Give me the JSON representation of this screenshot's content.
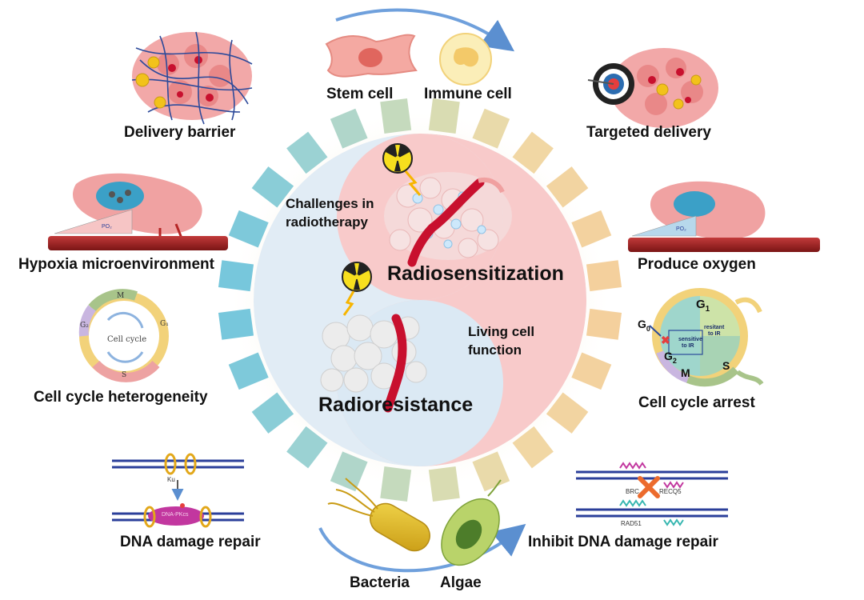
{
  "center": {
    "top_label": "Radiosensitization",
    "bottom_label": "Radioresistance",
    "challenges_line1": "Challenges in",
    "challenges_line2": "radiotherapy",
    "living_line1": "Living cell",
    "living_line2": "function"
  },
  "top": {
    "stem_cell": "Stem cell",
    "immune_cell": "Immune cell"
  },
  "bottom": {
    "bacteria": "Bacteria",
    "algae": "Algae"
  },
  "left": {
    "delivery_barrier": "Delivery barrier",
    "hypoxia": "Hypoxia microenvironment",
    "cell_cycle_heterogeneity": "Cell cycle heterogeneity",
    "dna_repair": "DNA damage repair"
  },
  "right": {
    "targeted_delivery": "Targeted delivery",
    "produce_oxygen": "Produce oxygen",
    "cell_cycle_arrest": "Cell cycle arrest",
    "inhibit_dna_repair": "Inhibit DNA  damage repair"
  },
  "cell_cycle_diagram": {
    "center": "Cell cycle",
    "m": "M",
    "g1": "G₁",
    "s": "S",
    "g2": "G₂"
  },
  "arrest_diagram": {
    "g1": "G",
    "g1_sub": "1",
    "g0": "G",
    "g0_sub": "0",
    "g2": "G",
    "g2_sub": "2",
    "m": "M",
    "s": "S",
    "resistant": "resitant",
    "resistant2": "to IR",
    "sensitive": "sensitive",
    "sensitive2": "to IR"
  },
  "dna_repair_diagram": {
    "ku": "Ku",
    "dnapk": "DNA-PKcs"
  },
  "inhibit_diagram": {
    "brca": "BRC",
    "recq": "RECQ5",
    "rad51": "RAD51"
  },
  "hypoxia_tag": "PO₂",
  "oxygen_tag": "PO₂",
  "colors": {
    "sensitization_bg": "#f7c9c9",
    "resistance_bg": "#cfe3f1",
    "arrow": "#5b8fd0"
  }
}
